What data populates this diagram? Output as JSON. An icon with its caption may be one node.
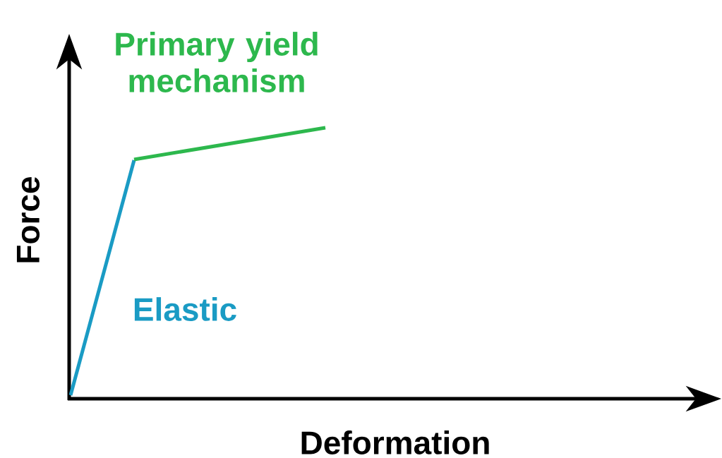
{
  "diagram": {
    "labels": [
      "Primary yield mechanism",
      "Force",
      "Elastic",
      "Deformation"
    ]
  }
}
